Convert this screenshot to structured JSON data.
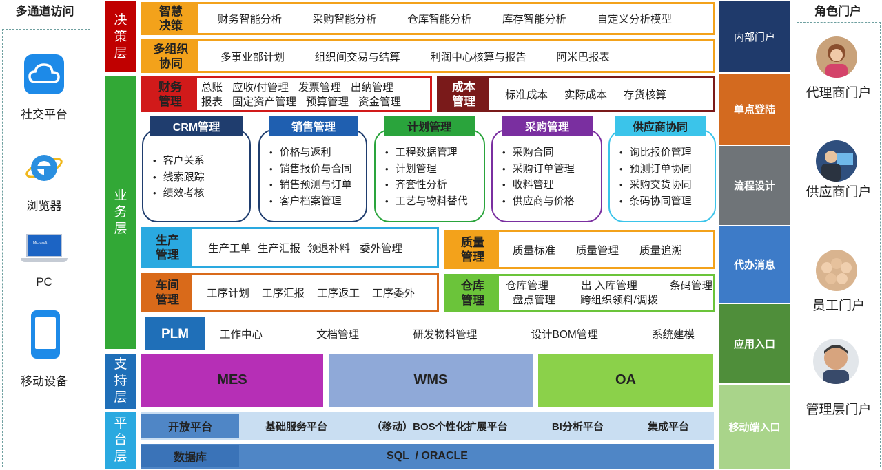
{
  "left_panel": {
    "title": "多通道访问",
    "channels": [
      {
        "label": "社交平台",
        "icon": "cloud-icon"
      },
      {
        "label": "浏览器",
        "icon": "browser-icon"
      },
      {
        "label": "PC",
        "icon": "laptop-icon",
        "screen_text": "Microsoft"
      },
      {
        "label": "移动设备",
        "icon": "phone-icon"
      }
    ]
  },
  "right_panel": {
    "title": "角色门户",
    "portals": [
      {
        "label": "代理商门户"
      },
      {
        "label": "供应商门户"
      },
      {
        "label": "员工门户"
      },
      {
        "label": "管理层门户"
      }
    ]
  },
  "layers": {
    "decision": "决策层",
    "business": "业务层",
    "support": "支持层",
    "platform": "平台层"
  },
  "decision": {
    "row1": {
      "tag": "智慧决策",
      "items": [
        "财务智能分析",
        "采购智能分析",
        "仓库智能分析",
        "库存智能分析",
        "自定义分析模型"
      ]
    },
    "row2": {
      "tag": "多组织协同",
      "items": [
        "多事业部计划",
        "组织间交易与结算",
        "利润中心核算与报告",
        "阿米巴报表"
      ]
    }
  },
  "finance": {
    "tag": "财务管理",
    "line1": [
      "总账",
      "应收/付管理",
      "发票管理",
      "出纳管理"
    ],
    "line2": [
      "报表",
      "固定资产管理",
      "预算管理",
      "资金管理"
    ]
  },
  "cost": {
    "tag": "成本管理",
    "items": [
      "标准成本",
      "实际成本",
      "存货核算"
    ]
  },
  "modules": [
    {
      "title": "CRM管理",
      "items": [
        "客户关系",
        "线索跟踪",
        "绩效考核"
      ]
    },
    {
      "title": "销售管理",
      "items": [
        "价格与返利",
        "销售报价与合同",
        "销售预测与订单",
        "客户档案管理"
      ]
    },
    {
      "title": "计划管理",
      "items": [
        "工程数据管理",
        "计划管理",
        "齐套性分析",
        "工艺与物料替代"
      ]
    },
    {
      "title": "采购管理",
      "items": [
        "采购合同",
        "采购订单管理",
        "收料管理",
        "供应商与价格"
      ]
    },
    {
      "title": "供应商协同",
      "items": [
        "询比报价管理",
        "预测订单协同",
        "采购交货协同",
        "条码协同管理"
      ]
    }
  ],
  "production": {
    "tag": "生产管理",
    "items": [
      "生产工单",
      "生产汇报",
      "领退补料",
      "委外管理"
    ]
  },
  "quality": {
    "tag": "质量管理",
    "items": [
      "质量标准",
      "质量管理",
      "质量追溯"
    ]
  },
  "workshop": {
    "tag": "车间管理",
    "items": [
      "工序计划",
      "工序汇报",
      "工序返工",
      "工序委外"
    ]
  },
  "warehouse": {
    "tag": "仓库管理",
    "line1": [
      "仓库管理",
      "出 入库管理",
      "条码管理"
    ],
    "line2": [
      "盘点管理",
      "跨组织领料/调拨"
    ]
  },
  "plm": {
    "tag": "PLM",
    "items": [
      "工作中心",
      "文档管理",
      "研发物料管理",
      "设计BOM管理",
      "系统建模"
    ]
  },
  "support": [
    "MES",
    "WMS",
    "OA"
  ],
  "platform": {
    "open_tag": "开放平台",
    "open_items": [
      "基础服务平台",
      "（移动）BOS个性化扩展平台",
      "BI分析平台",
      "集成平台"
    ],
    "db_tag": "数据库",
    "db_value": "SQL  / ORACLE"
  },
  "right_column": [
    "内部门户",
    "单点登陆",
    "流程设计",
    "代办消息",
    "应用入口",
    "移动端入口"
  ],
  "colors": {
    "decision": "#c00000",
    "business": "#32a836",
    "support": "#1f6fb8",
    "platform": "#2aa9e0",
    "orange": "#f3a21b",
    "red": "#d11a1a",
    "darkred": "#7a1a1a",
    "mes": "#b62fb6",
    "wms": "#8fa9d8",
    "oa": "#8bd14a"
  }
}
